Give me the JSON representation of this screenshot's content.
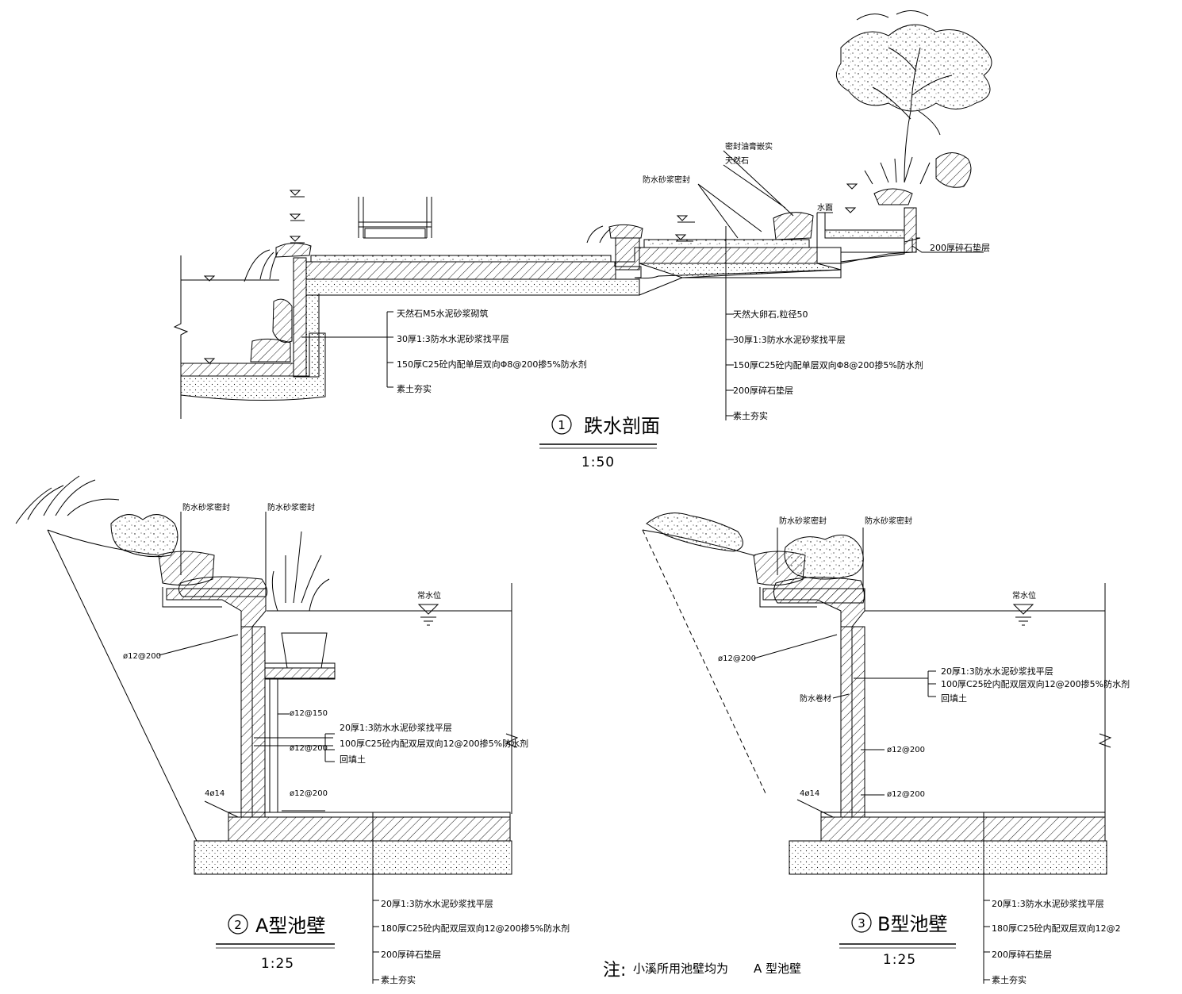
{
  "section1": {
    "num": "1",
    "title": "跌水剖面",
    "scale": "1:50",
    "left_layers": [
      "天然石M5水泥砂浆砌筑",
      "30厚1:3防水水泥砂浆找平层",
      "150厚C25砼内配单层双向Φ8@200掺5%防水剂",
      "素土夯实"
    ],
    "right_layers": [
      "天然大卵石,粒径50",
      "30厚1:3防水水泥砂浆找平层",
      "150厚C25砼内配单层双向Φ8@200掺5%防水剂",
      "200厚碎石垫层",
      "素土夯实"
    ],
    "callouts": {
      "seal_top": "密封油膏嵌实",
      "natural_stone": "天然石",
      "waterproof_mortar": "防水砂浆密封",
      "water_surface": "水面",
      "gravel_right": "200厚碎石垫层"
    }
  },
  "section2": {
    "num": "2",
    "title": "A型池壁",
    "scale": "1:25",
    "callouts": {
      "mortar_left": "防水砂浆密封",
      "mortar_right": "防水砂浆密封",
      "water_level": "常水位",
      "rebar_top": "ø12@200",
      "rebar_150": "ø12@150",
      "rebar_mid": "ø12@200",
      "rebar_bottom": "ø12@200",
      "bars": "4ø14"
    },
    "wall_layers": [
      "20厚1:3防水水泥砂浆找平层",
      "100厚C25砼内配双层双向12@200掺5%防水剂",
      "回填土"
    ],
    "base_layers": [
      "20厚1:3防水水泥砂浆找平层",
      "180厚C25砼内配双层双向12@200掺5%防水剂",
      "200厚碎石垫层",
      "素土夯实"
    ]
  },
  "section3": {
    "num": "3",
    "title": "B型池壁",
    "scale": "1:25",
    "callouts": {
      "mortar_left": "防水砂浆密封",
      "mortar_right": "防水砂浆密封",
      "water_level": "常水位",
      "rebar_top": "ø12@200",
      "waterproof_board": "防水卷材",
      "rebar_mid": "ø12@200",
      "rebar_bottom": "ø12@200",
      "bars": "4ø14"
    },
    "wall_layers": [
      "20厚1:3防水水泥砂浆找平层",
      "100厚C25砼内配双层双向12@200掺5%防水剂",
      "回填土"
    ],
    "base_layers": [
      "20厚1:3防水水泥砂浆找平层",
      "180厚C25砼内配双层双向12@2",
      "200厚碎石垫层",
      "素土夯实"
    ]
  },
  "note": {
    "prefix": "注:",
    "text": "小溪所用池壁均为",
    "type": "A 型池壁"
  }
}
